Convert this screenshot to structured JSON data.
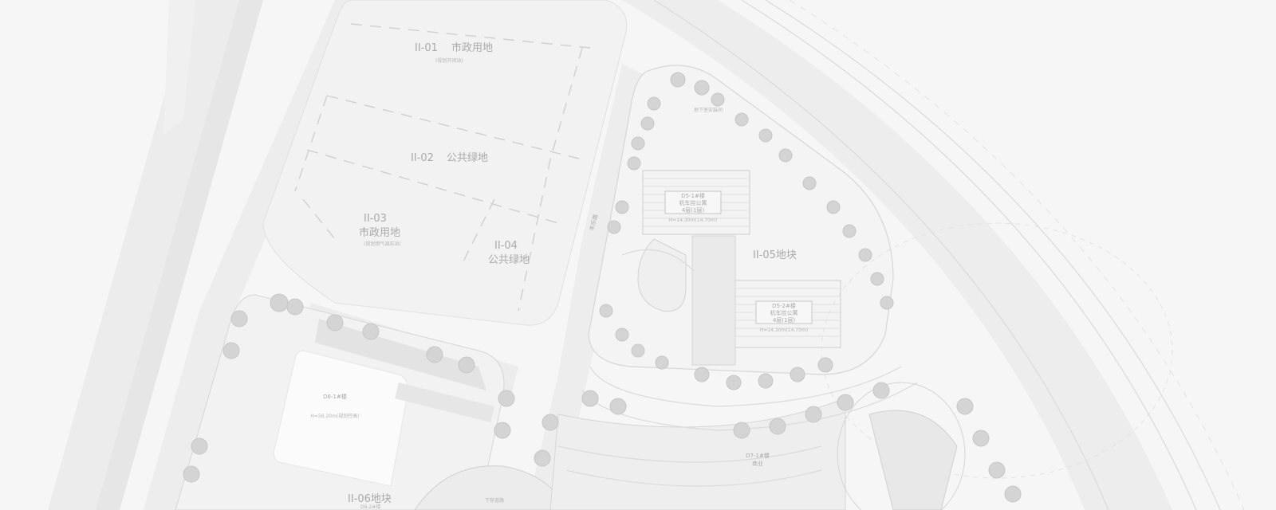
{
  "map": {
    "parcels": [
      {
        "id": "II-01",
        "code": "II-01",
        "name": "市政用地",
        "note": "(规划开闭站)"
      },
      {
        "id": "II-02",
        "code": "II-02",
        "name": "公共绿地"
      },
      {
        "id": "II-03",
        "code": "II-03",
        "name": "市政用地",
        "note": "(规划燃气调压站)"
      },
      {
        "id": "II-04",
        "code": "II-04",
        "name": "公共绿地"
      },
      {
        "id": "II-05",
        "label": "II-05地块"
      },
      {
        "id": "II-06",
        "label": "II-06地块"
      }
    ],
    "buildings": [
      {
        "id": "b1",
        "code": "D5-1#楼",
        "use": "机车控公寓",
        "floors": "4层(1层)",
        "height_note": "H=14.30m(14.70m)"
      },
      {
        "id": "b2",
        "code": "D5-2#楼",
        "use": "机车控公寓",
        "floors": "4层(1层)",
        "height_note": "H=14.30m(14.70m)"
      },
      {
        "id": "b3",
        "code": "D6-1#楼",
        "note": "H=56.20m(规划控高)"
      },
      {
        "id": "b4",
        "code": "D7-1#楼",
        "use": "商业"
      }
    ],
    "small_labels": {
      "road_name": "丰乐路",
      "ground_garage": "地下室安装间",
      "underpass": "下穿道路",
      "d6_2": "D6-2#楼"
    },
    "colors": {
      "background": "#f6f6f6",
      "road": "#ececec",
      "line": "#d0d0d0",
      "text": "#a9a9a9"
    }
  }
}
